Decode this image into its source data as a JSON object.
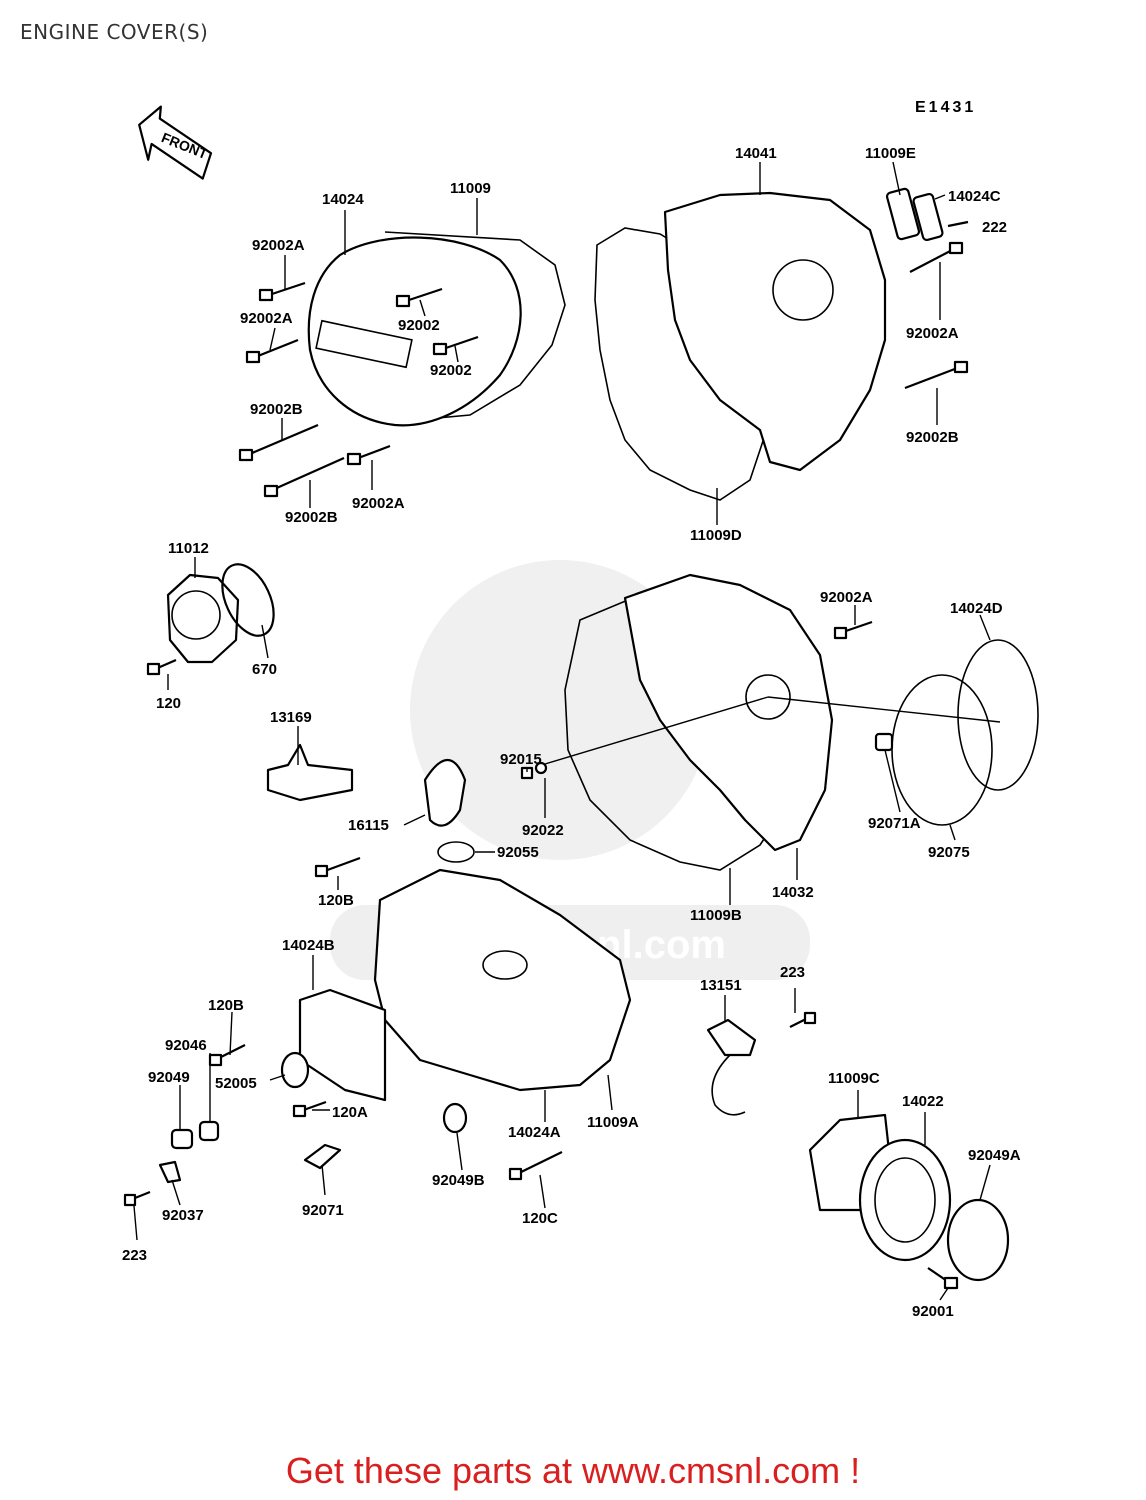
{
  "page": {
    "title": "ENGINE COVER(S)",
    "diagram_code": "E1431",
    "front_arrow_label": "FRONT",
    "watermark_text": "www.cmsnl.com",
    "footer_text": "Get these parts at www.cmsnl.com !",
    "footer_color": "#d91f1f"
  },
  "labels": {
    "l14024": "14024",
    "l11009": "11009",
    "l92002A_1": "92002A",
    "l92002A_2": "92002A",
    "l92002_1": "92002",
    "l92002_2": "92002",
    "l92002B_1": "92002B",
    "l92002B_2": "92002B",
    "l92002A_3": "92002A",
    "l14041": "14041",
    "l11009E": "11009E",
    "l14024C": "14024C",
    "l222": "222",
    "l92002A_4": "92002A",
    "l92002B_3": "92002B",
    "l11009D": "11009D",
    "l11012": "11012",
    "l670": "670",
    "l120": "120",
    "l13169": "13169",
    "l92015": "92015",
    "l92022": "92022",
    "l16115": "16115",
    "l92055": "92055",
    "l120B_1": "120B",
    "l92002A_5": "92002A",
    "l14024D": "14024D",
    "l92071A": "92071A",
    "l92075": "92075",
    "l14032": "14032",
    "l11009B": "11009B",
    "l14024B": "14024B",
    "l120B_2": "120B",
    "l92046": "92046",
    "l92049": "92049",
    "l52005": "52005",
    "l120A": "120A",
    "l14024A": "14024A",
    "l11009A": "11009A",
    "l92049B": "92049B",
    "l120C": "120C",
    "l92071": "92071",
    "l92037": "92037",
    "l223_1": "223",
    "l223_2": "223",
    "l13151": "13151",
    "l11009C": "11009C",
    "l14022": "14022",
    "l92049A": "92049A",
    "l92001": "92001"
  }
}
